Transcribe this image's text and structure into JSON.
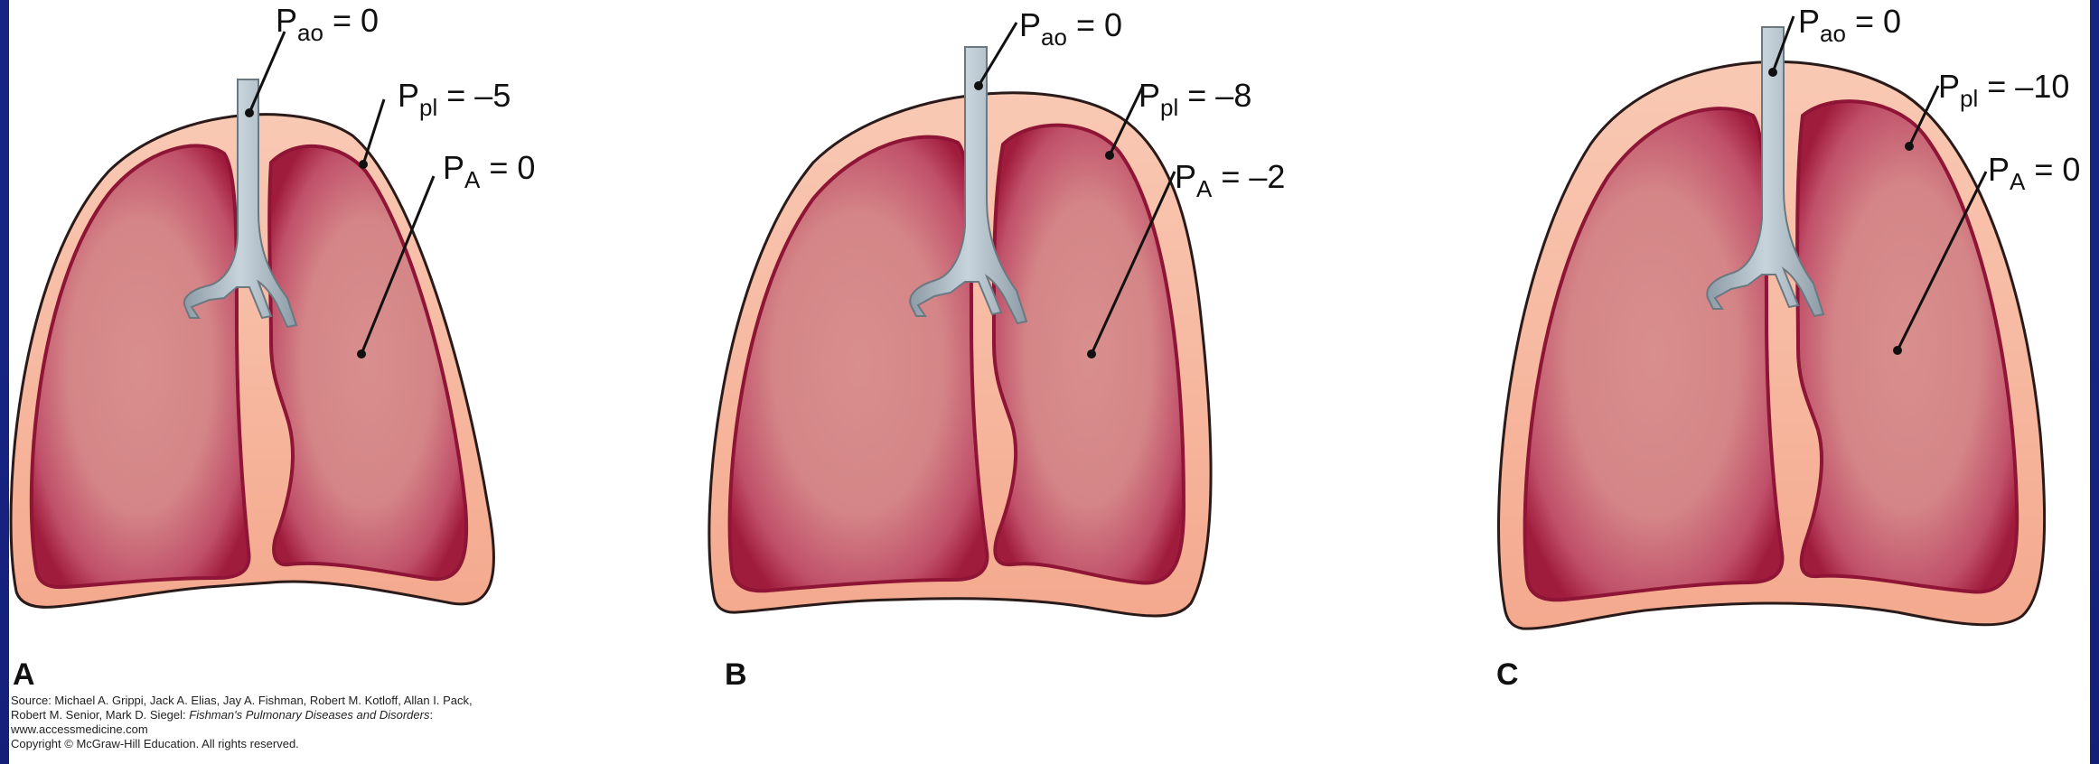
{
  "panels": [
    {
      "letter": "A",
      "p_ao": {
        "sym": "P",
        "sub": "ao",
        "val": " = 0"
      },
      "p_pl": {
        "sym": "P",
        "sub": "pl",
        "val": " = –5"
      },
      "p_A": {
        "sym": "P",
        "sub": "A",
        "val": " = 0"
      }
    },
    {
      "letter": "B",
      "p_ao": {
        "sym": "P",
        "sub": "ao",
        "val": " = 0"
      },
      "p_pl": {
        "sym": "P",
        "sub": "pl",
        "val": " = –8"
      },
      "p_A": {
        "sym": "P",
        "sub": "A",
        "val": " = –2"
      }
    },
    {
      "letter": "C",
      "p_ao": {
        "sym": "P",
        "sub": "ao",
        "val": " = 0"
      },
      "p_pl": {
        "sym": "P",
        "sub": "pl",
        "val": " = –10"
      },
      "p_A": {
        "sym": "P",
        "sub": "A",
        "val": " = 0"
      }
    }
  ],
  "source": {
    "line1": "Source: Michael A. Grippi, Jack A. Elias, Jay A. Fishman, Robert M. Kotloff, Allan I. Pack,",
    "line2_pre": "Robert M. Senior, Mark D. Siegel: ",
    "line2_italic": "Fishman's Pulmonary Diseases and Disorders",
    "line2_post": ":",
    "line3": "www.accessmedicine.com",
    "line4": "Copyright © McGraw-Hill Education. All rights reserved."
  },
  "colors": {
    "background": "#1a2a8a",
    "panel": "#ffffff",
    "pleura": "#f7b79f",
    "lung_outer": "#a21d3e",
    "lung_inner": "#d7898b",
    "trachea": "#a7b6c0"
  }
}
